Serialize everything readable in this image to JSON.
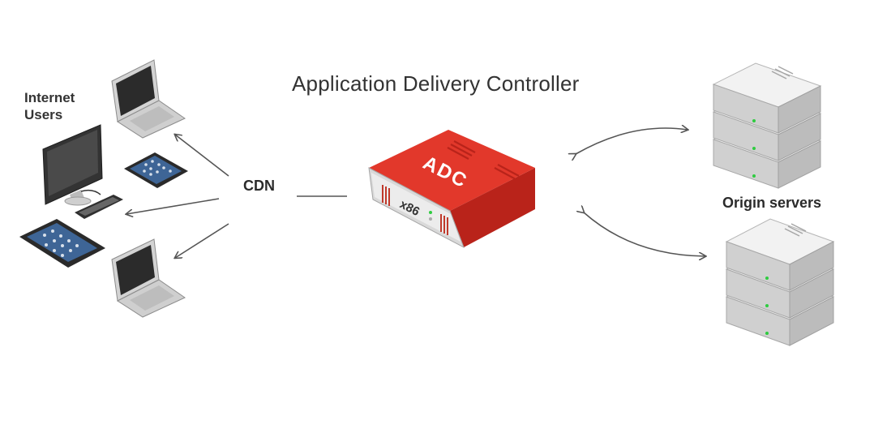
{
  "title": "Application Delivery Controller",
  "labels": {
    "users_line1": "Internet",
    "users_line2": "Users",
    "cdn": "CDN",
    "origin": "Origin servers"
  },
  "adc": {
    "name": "ADC",
    "arch": "x86"
  },
  "colors": {
    "adc_red": "#e2382b",
    "adc_dark_red": "#b9231a",
    "server_gray": "#d8d8d8",
    "device_blue": "#3e6596",
    "arrow_gray": "#555555"
  }
}
